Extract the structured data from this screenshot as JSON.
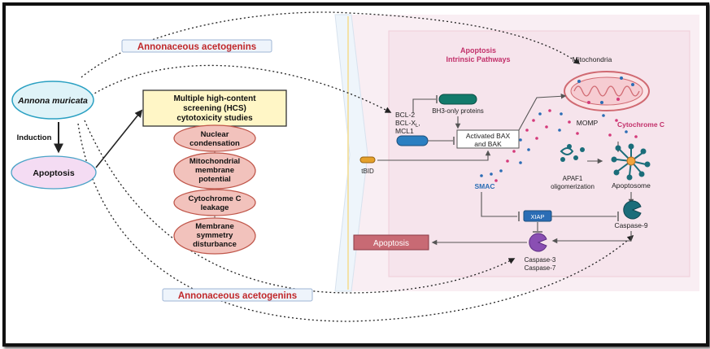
{
  "left_panel": {
    "top_label": "Annonaceous acetogenins",
    "bottom_label": "Annonaceous acetogenins",
    "plant": "Annona muricata",
    "induction": "Induction",
    "apoptosis": "Apoptosis",
    "hcs_box": [
      "Multiple high-content",
      "screening (HCS)",
      "cytotoxicity studies"
    ],
    "studies": [
      [
        "Nuclear",
        "condensation"
      ],
      [
        "Mitochondrial",
        "membrane",
        "potential"
      ],
      [
        "Cytochrome C",
        "leakage"
      ],
      [
        "Membrane",
        "symmetry",
        "disturbance"
      ]
    ]
  },
  "pathway": {
    "title": [
      "Apoptosis",
      "Intrinsic Pathways"
    ],
    "mitochondria": "Mitochondria",
    "momp": "MOMP",
    "cytochrome_c": "Cytochrome C",
    "bcl_labels": [
      "BCL-2",
      "BCL-X",
      "MCL1"
    ],
    "bcl_subscript": "L",
    "bh3": "BH3-only proteins",
    "bax": [
      "Activated BAX",
      "and BAK"
    ],
    "tbid": "tBID",
    "smac": "SMAC",
    "apaf1": [
      "APAF1",
      "oligomerization"
    ],
    "apoptosome": "Apoptosome",
    "xiap": "XIAP",
    "caspase9": "Caspase-9",
    "caspase37": [
      "Caspase-3",
      "Caspase-7"
    ],
    "apoptosis_out": "Apoptosis"
  },
  "colors": {
    "accent_red": "#c0282a",
    "teal": "#1b6d7a",
    "blue": "#2b6db5",
    "pink": "#d43a7a",
    "salmon": "#f2c2bc",
    "hcs_box": "#fff6c6",
    "panel_bg": "#f9eef3"
  }
}
